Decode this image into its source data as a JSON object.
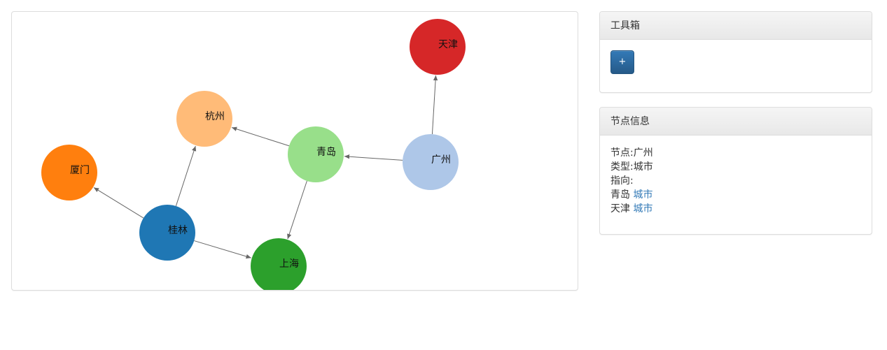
{
  "colors": {
    "link": "#337ab7",
    "button": "#2d6ca6",
    "edge": "#666666"
  },
  "graph": {
    "nodes": [
      {
        "id": "tianjin",
        "label": "天津",
        "color": "#d62728"
      },
      {
        "id": "hangzhou",
        "label": "杭州",
        "color": "#ffbb78"
      },
      {
        "id": "qingdao",
        "label": "青岛",
        "color": "#98df8a"
      },
      {
        "id": "guangzhou",
        "label": "广州",
        "color": "#aec7e8"
      },
      {
        "id": "xiamen",
        "label": "厦门",
        "color": "#ff7f0e"
      },
      {
        "id": "guilin",
        "label": "桂林",
        "color": "#1f77b4"
      },
      {
        "id": "shanghai",
        "label": "上海",
        "color": "#2ca02c"
      }
    ],
    "edges": [
      {
        "from": "guangzhou",
        "to": "tianjin"
      },
      {
        "from": "guangzhou",
        "to": "qingdao"
      },
      {
        "from": "qingdao",
        "to": "hangzhou"
      },
      {
        "from": "qingdao",
        "to": "shanghai"
      },
      {
        "from": "guilin",
        "to": "hangzhou"
      },
      {
        "from": "guilin",
        "to": "xiamen"
      },
      {
        "from": "guilin",
        "to": "shanghai"
      }
    ]
  },
  "toolbox": {
    "title": "工具箱",
    "add_label": "+"
  },
  "node_info": {
    "title": "节点信息",
    "node_line": "节点:广州",
    "type_line": "类型:城市",
    "direction_label": "指向:",
    "targets": [
      {
        "name": "青岛",
        "type": "城市"
      },
      {
        "name": "天津",
        "type": "城市"
      }
    ]
  }
}
